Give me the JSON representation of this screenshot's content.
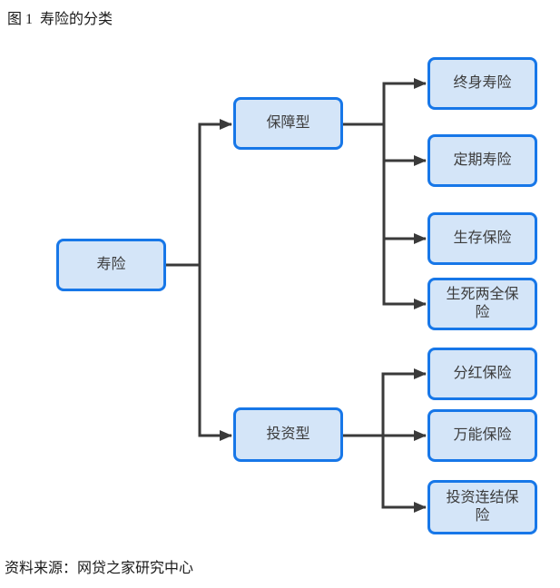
{
  "figure": {
    "title": "图 1  寿险的分类",
    "source": "资料来源：网贷之家研究中心"
  },
  "colors": {
    "box_fill": "#d4e5f8",
    "box_border": "#1777e8",
    "connector": "#3a3a3a",
    "text": "#3c3c3c",
    "background": "#ffffff"
  },
  "diagram": {
    "type": "tree",
    "root": {
      "label": "寿险",
      "children": [
        {
          "label": "保障型",
          "children": [
            {
              "label": "终身寿险"
            },
            {
              "label": "定期寿险"
            },
            {
              "label": "生存保险"
            },
            {
              "label": "生死两全保险"
            }
          ]
        },
        {
          "label": "投资型",
          "children": [
            {
              "label": "分红保险"
            },
            {
              "label": "万能保险"
            },
            {
              "label": "投资连结保险"
            }
          ]
        }
      ]
    }
  }
}
